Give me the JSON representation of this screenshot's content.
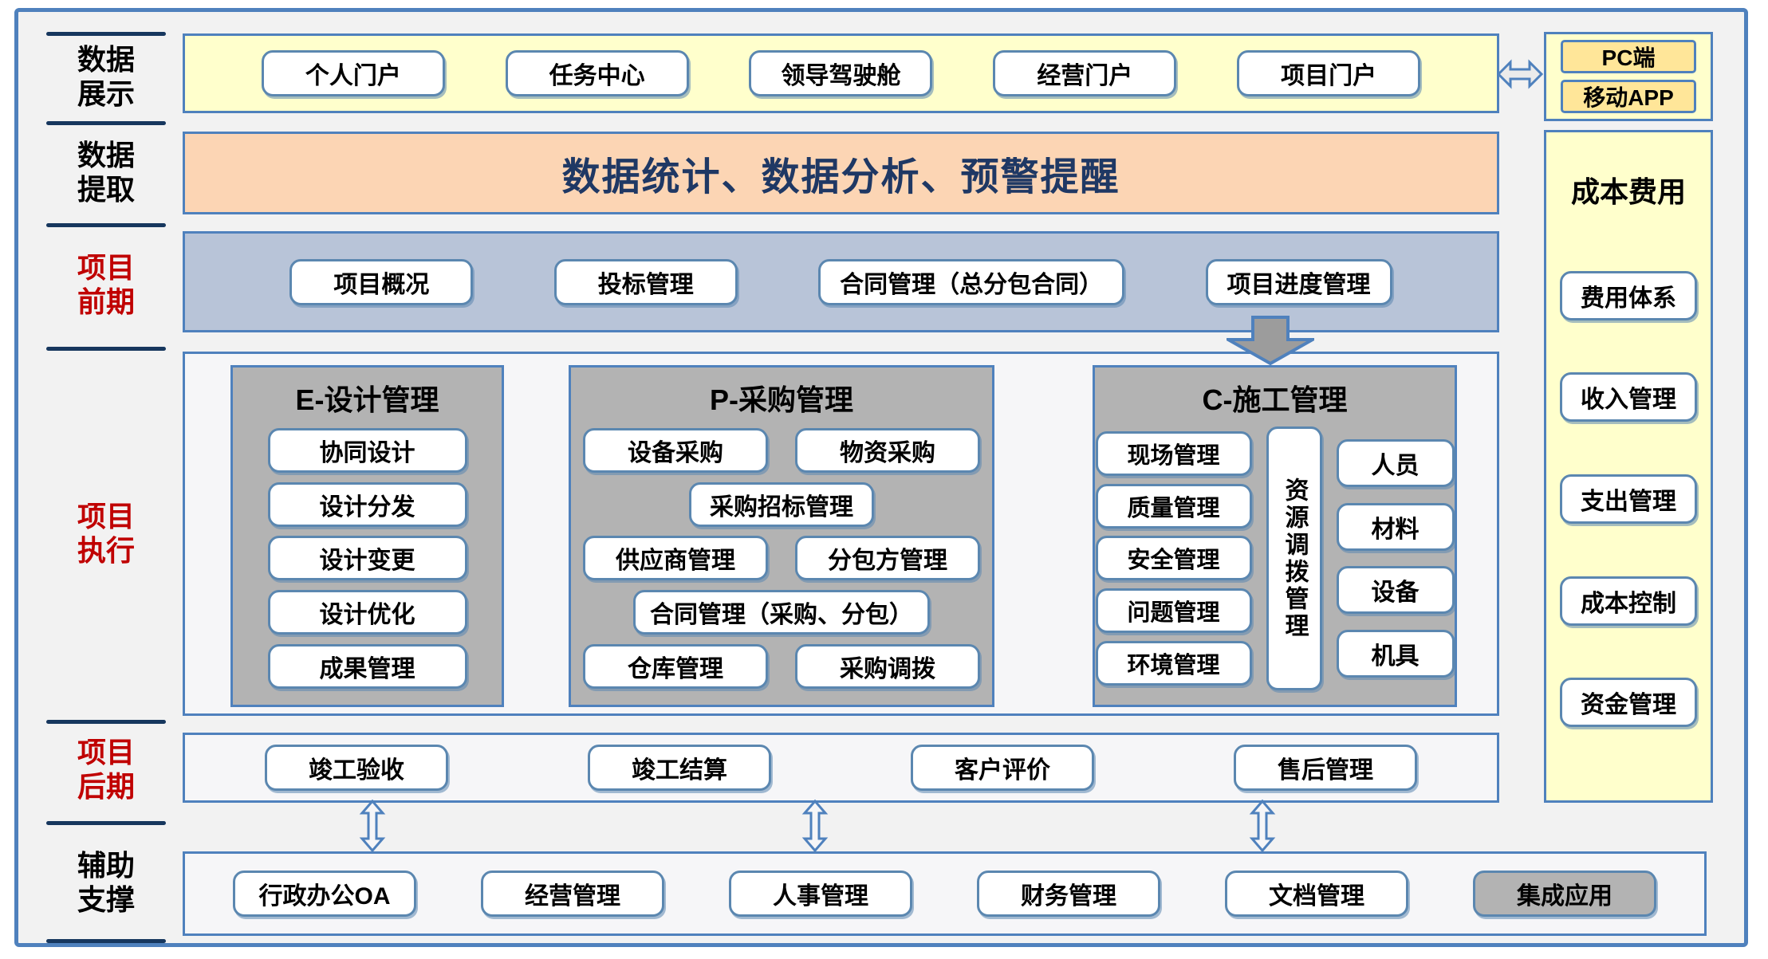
{
  "colors": {
    "frame_border": "#4f81bd",
    "canvas_background": "#f2f2f2",
    "portal_band_yellow": "#ffffcc",
    "analysis_band_orange": "#fcd5b4",
    "pre_band_bluegray": "#b8c4d8",
    "group_box_gray": "#b3b3b3",
    "chip_border_blue": "#5b87b0",
    "client_chip_yellow": "#ffe699",
    "analysis_text_navy": "#1f3864",
    "sidebar_red": "#c00000",
    "divider_navy": "#17375e"
  },
  "sidebar": {
    "rows": [
      {
        "l1": "数据",
        "l2": "展示"
      },
      {
        "l1": "数据",
        "l2": "提取"
      },
      {
        "l1": "项目",
        "l2": "前期"
      },
      {
        "l1": "项目",
        "l2": "执行"
      },
      {
        "l1": "项目",
        "l2": "后期"
      },
      {
        "l1": "辅助",
        "l2": "支撑"
      }
    ]
  },
  "portal": {
    "items": [
      "个人门户",
      "任务中心",
      "领导驾驶舱",
      "经营门户",
      "项目门户"
    ]
  },
  "clients": {
    "items": [
      "PC端",
      "移动APP"
    ]
  },
  "analysis": {
    "title": "数据统计、数据分析、预警提醒"
  },
  "pre": {
    "items": [
      "项目概况",
      "投标管理",
      "合同管理（总分包合同）",
      "项目进度管理"
    ]
  },
  "exec": {
    "design": {
      "title": "E-设计管理",
      "items": [
        "协同设计",
        "设计分发",
        "设计变更",
        "设计优化",
        "成果管理"
      ]
    },
    "procurement": {
      "title": "P-采购管理",
      "row1": [
        "设备采购",
        "物资采购"
      ],
      "row2": "采购招标管理",
      "row3": [
        "供应商管理",
        "分包方管理"
      ],
      "row4": "合同管理（采购、分包）",
      "row5": [
        "仓库管理",
        "采购调拨"
      ]
    },
    "construction": {
      "title": "C-施工管理",
      "left": [
        "现场管理",
        "质量管理",
        "安全管理",
        "问题管理",
        "环境管理"
      ],
      "center": "资源调拨管理",
      "right": [
        "人员",
        "材料",
        "设备",
        "机具"
      ]
    }
  },
  "cost": {
    "title": "成本费用",
    "items": [
      "费用体系",
      "收入管理",
      "支出管理",
      "成本控制",
      "资金管理"
    ]
  },
  "post": {
    "items": [
      "竣工验收",
      "竣工结算",
      "客户评价",
      "售后管理"
    ]
  },
  "support": {
    "items": [
      "行政办公OA",
      "经营管理",
      "人事管理",
      "财务管理",
      "文档管理"
    ],
    "integration": "集成应用"
  }
}
